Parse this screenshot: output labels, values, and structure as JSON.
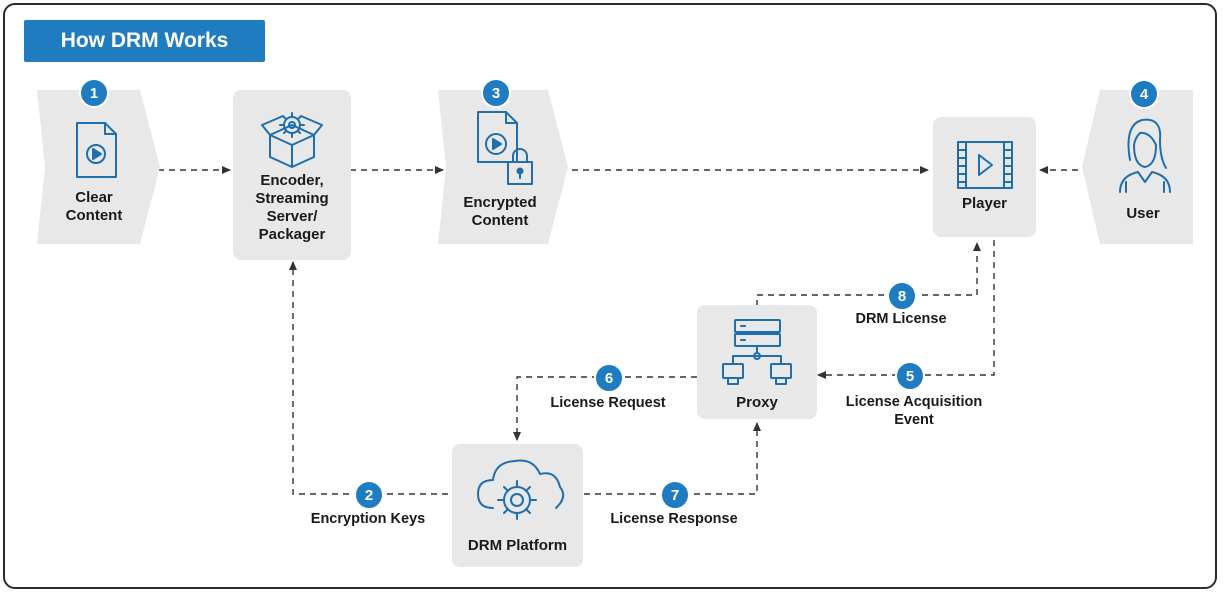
{
  "title": "How DRM Works",
  "nodes": {
    "clear": {
      "label": [
        "Clear",
        "Content"
      ],
      "step": "1"
    },
    "encoder": {
      "label": [
        "Encoder,",
        "Streaming",
        "Server/",
        "Packager"
      ]
    },
    "encrypted": {
      "label": [
        "Encrypted",
        "Content"
      ],
      "step": "3"
    },
    "player": {
      "label": [
        "Player"
      ]
    },
    "user": {
      "label": [
        "User"
      ],
      "step": "4"
    },
    "proxy": {
      "label": [
        "Proxy"
      ]
    },
    "drm": {
      "label": [
        "DRM Platform"
      ]
    }
  },
  "edges": {
    "keys": {
      "step": "2",
      "label": "Encryption Keys"
    },
    "acquisition": {
      "step": "5",
      "label": [
        "License Acquisition",
        "Event"
      ]
    },
    "request": {
      "step": "6",
      "label": "License Request"
    },
    "response": {
      "step": "7",
      "label": "License Response"
    },
    "license": {
      "step": "8",
      "label": "DRM License"
    }
  },
  "colors": {
    "accent": "#1f7cc1",
    "box": "#e8e8e8",
    "line": "#333333"
  }
}
